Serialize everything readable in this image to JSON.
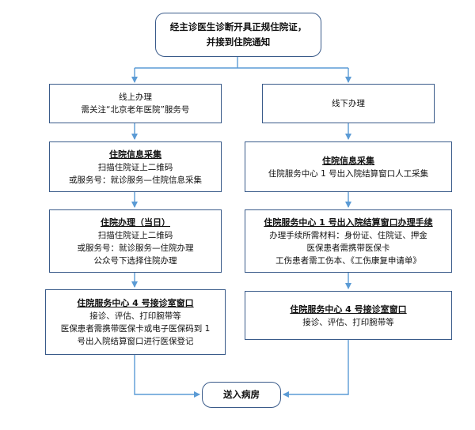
{
  "start": {
    "line1": "经主诊医生诊断开具正规住院证，",
    "line2": "并接到住院通知"
  },
  "online": {
    "header": {
      "line1": "线上办理",
      "line2": "需关注“北京老年医院”服务号"
    },
    "info": {
      "title": "住院信息采集",
      "line1": "扫描住院证上二维码",
      "line2": "或服务号：就诊服务—住院信息采集"
    },
    "admit": {
      "title": "住院办理（当日）",
      "line1": "扫描住院证上二维码",
      "line2": "或服务号：就诊服务—住院办理",
      "line3": "公众号下选择住院办理"
    },
    "center4": {
      "title": "住院服务中心 4 号接诊室窗口",
      "line1": "接诊、评估、打印腕带等",
      "line2": "医保患者需携带医保卡或电子医保码到 1",
      "line3": "号出入院结算窗口进行医保登记"
    }
  },
  "offline": {
    "header": {
      "line1": "线下办理"
    },
    "info": {
      "title": "住院信息采集",
      "line1": "住院服务中心 1 号出入院结算窗口人工采集"
    },
    "window1": {
      "title": "住院服务中心 1 号出入院结算窗口办理手续",
      "line1": "办理手续所需材料：身份证、住院证、押金",
      "line2": "医保患者需携带医保卡",
      "line3": "工伤患者需工伤本、《工伤康复申请单》"
    },
    "center4": {
      "title": "住院服务中心 4 号接诊室窗口",
      "line1": "接诊、评估、打印腕带等"
    }
  },
  "end": {
    "label": "送入病房"
  }
}
